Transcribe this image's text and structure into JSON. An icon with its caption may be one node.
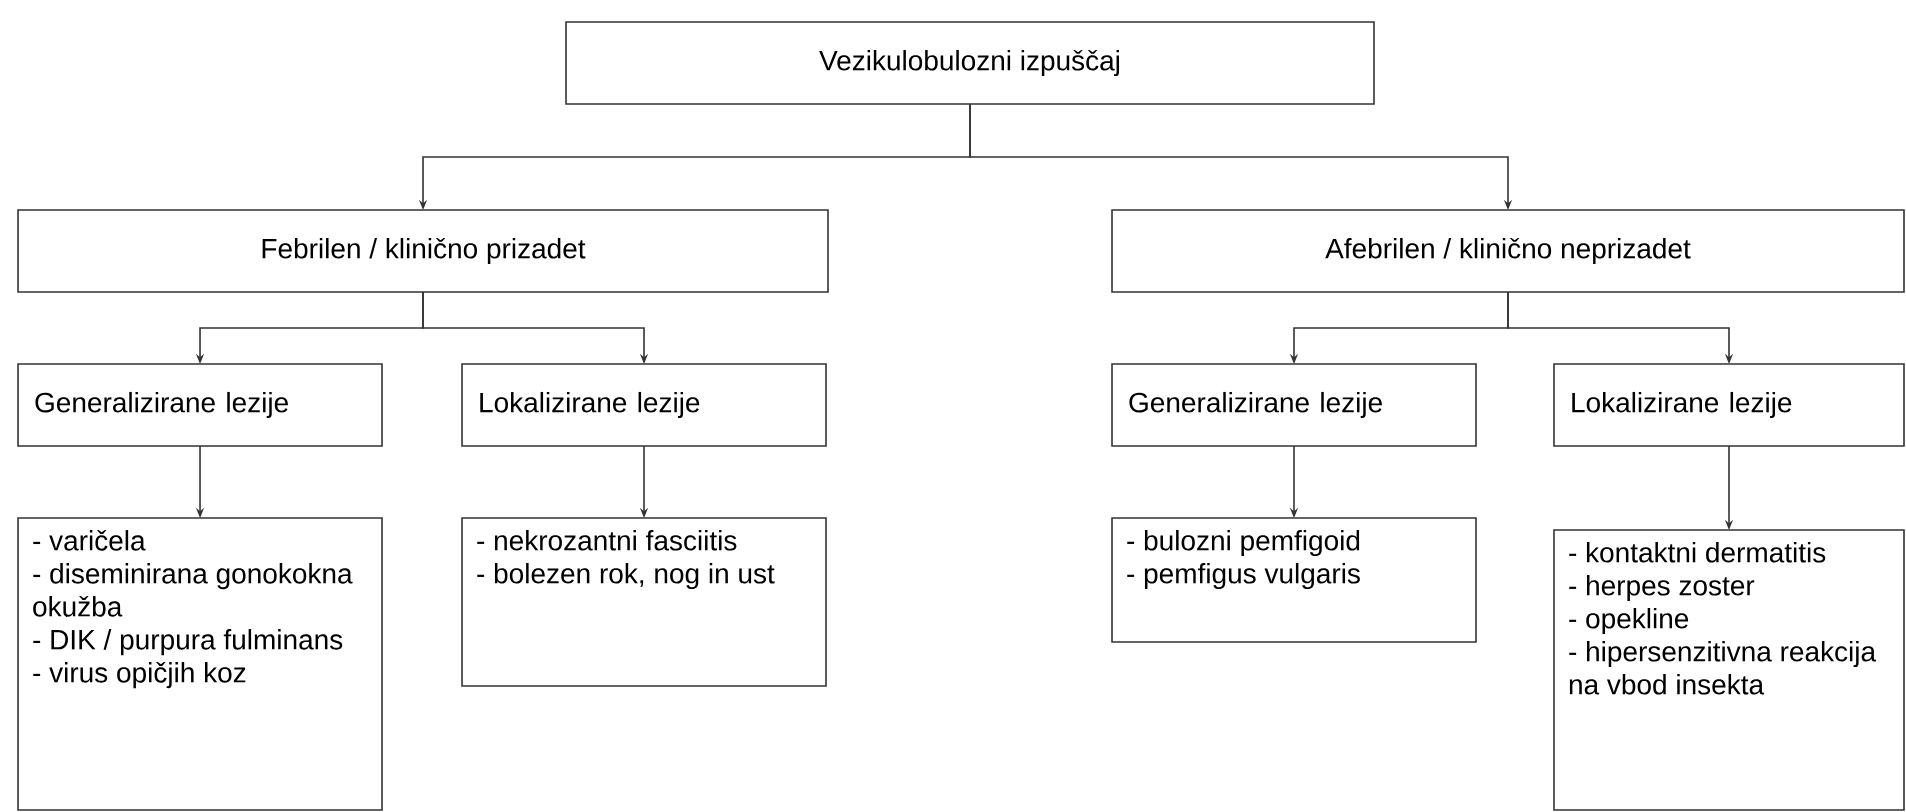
{
  "diagram": {
    "nodes": [
      {
        "text": [
          "Vezikulobulozni izpuščaj"
        ]
      },
      {
        "text": [
          "Febrilen / klinično prizadet"
        ]
      },
      {
        "text": [
          "Afebrilen / klinično neprizadet"
        ]
      },
      {
        "text": [
          "Generalizirane lezije"
        ]
      },
      {
        "text": [
          "Lokalizirane lezije"
        ]
      },
      {
        "text": [
          "Generalizirane lezije"
        ]
      },
      {
        "text": [
          "Lokalizirane lezije"
        ]
      },
      {
        "text": [
          "- varičela",
          "- diseminirana gonokokna okužba",
          "- DIK / purpura fulminans",
          "- virus opičjih koz"
        ]
      },
      {
        "text": [
          "- nekrozantni fasciitis",
          "- bolezen rok, nog in ust"
        ]
      },
      {
        "text": [
          "- bulozni pemfigoid",
          "- pemfigus vulgaris"
        ]
      },
      {
        "text": [
          "- kontaktni dermatitis",
          "- herpes zoster",
          "- opekline",
          "- hipersenzitivna reakcija na vbod insekta"
        ]
      }
    ],
    "edges": [
      {
        "from": 0,
        "to": 1,
        "arrow": "to"
      },
      {
        "from": 0,
        "to": 2,
        "arrow": "to"
      },
      {
        "from": 1,
        "to": 3,
        "arrow": "to"
      },
      {
        "from": 1,
        "to": 4,
        "arrow": "to"
      },
      {
        "from": 2,
        "to": 5,
        "arrow": "to"
      },
      {
        "from": 2,
        "to": 6,
        "arrow": "to"
      },
      {
        "from": 3,
        "to": 7,
        "arrow": "to"
      },
      {
        "from": 4,
        "to": 8,
        "arrow": "to"
      },
      {
        "from": 5,
        "to": 9,
        "arrow": "to"
      },
      {
        "from": 6,
        "to": 10,
        "arrow": "to"
      }
    ]
  }
}
